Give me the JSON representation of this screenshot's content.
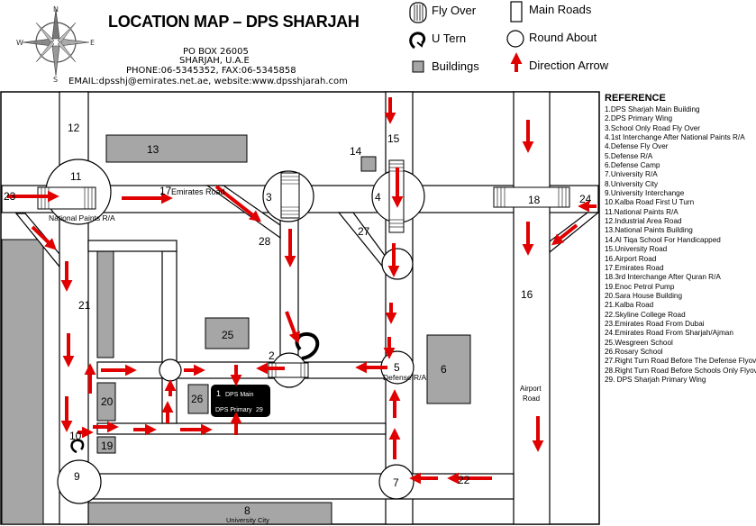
{
  "header": {
    "title": "LOCATION MAP – DPS SHARJAH",
    "po_box": "PO BOX 26005",
    "city": "SHARJAH, U.A.E",
    "phone": "PHONE:06-5345352, FAX:06-5345858",
    "email": "EMAIL:dpsshj@emirates.net.ae, website:www.dpsshjarah.com"
  },
  "compass": {
    "north": "N",
    "south": "S",
    "east": "E",
    "west": "W"
  },
  "legend": {
    "fly_over": "Fly Over",
    "main_roads": "Main Roads",
    "u_tern": "U Tern",
    "round_about": "Round About",
    "buildings": "Buildings",
    "direction_arrow": "Direction Arrow"
  },
  "reference": {
    "title": "REFERENCE",
    "items": [
      "1.DPS Sharjah Main Building",
      "2.DPS Primary Wing",
      "3.School Only Road Fly Over",
      "4.1st Interchange After National Paints R/A",
      "4.Defense Fly Over",
      "5.Defense  R/A",
      "6.Defense Camp",
      "7.University R/A",
      "8.University City",
      "9.University Interchange",
      "10.Kalba Road First U Turn",
      "11.National Paints R/A",
      "12.Industrial Area Road",
      "13.National Paints Building",
      "14.Al Tiqa School For Handicapped",
      "15.University Road",
      "16.Airport Road",
      "17.Emirates Road",
      "18.3rd Interchange After Quran R/A",
      "19.Enoc Petrol Pump",
      "20.Sara House Building",
      "21.Kalba Road",
      "22.Skyline College Road",
      "23.Emirates Road From Dubai",
      "24.Emirates Road From Sharjah/Ajman",
      "25.Wesgreen School",
      "26.Rosary School",
      "27.Right Turn Road Before The Defense Flyover",
      "28.Right Turn Road Before Schools Only Flyover",
      "29. DPS Sharjah Primary Wing"
    ]
  },
  "map": {
    "numbers": {
      "n1": "1",
      "n2": "2",
      "n3": "3",
      "n4": "4",
      "n5": "5",
      "n6": "6",
      "n7": "7",
      "n8": "8",
      "n9": "9",
      "n10": "10",
      "n11": "11",
      "n12": "12",
      "n13": "13",
      "n14": "14",
      "n15": "15",
      "n16": "16",
      "n17": "17",
      "n18": "18",
      "n19": "19",
      "n20": "20",
      "n21": "21",
      "n22": "22",
      "n23": "23",
      "n24": "24",
      "n25": "25",
      "n26": "26",
      "n27": "27",
      "n28": "28"
    },
    "labels": {
      "emirates_road": "Emirates Road",
      "national_paints_ra": "National Paints R/A",
      "defense_ra": "Defense R/A",
      "airport": "Airport",
      "road": "Road",
      "university_city": "University City",
      "dps_main": "DPS Main",
      "dps_primary": "DPS Primary",
      "primary_num": "29"
    }
  },
  "colors": {
    "arrow": "#e00000",
    "building": "#a6a6a6",
    "road_outline": "#000000",
    "school_box": "#000000",
    "school_text": "#ffffff"
  }
}
